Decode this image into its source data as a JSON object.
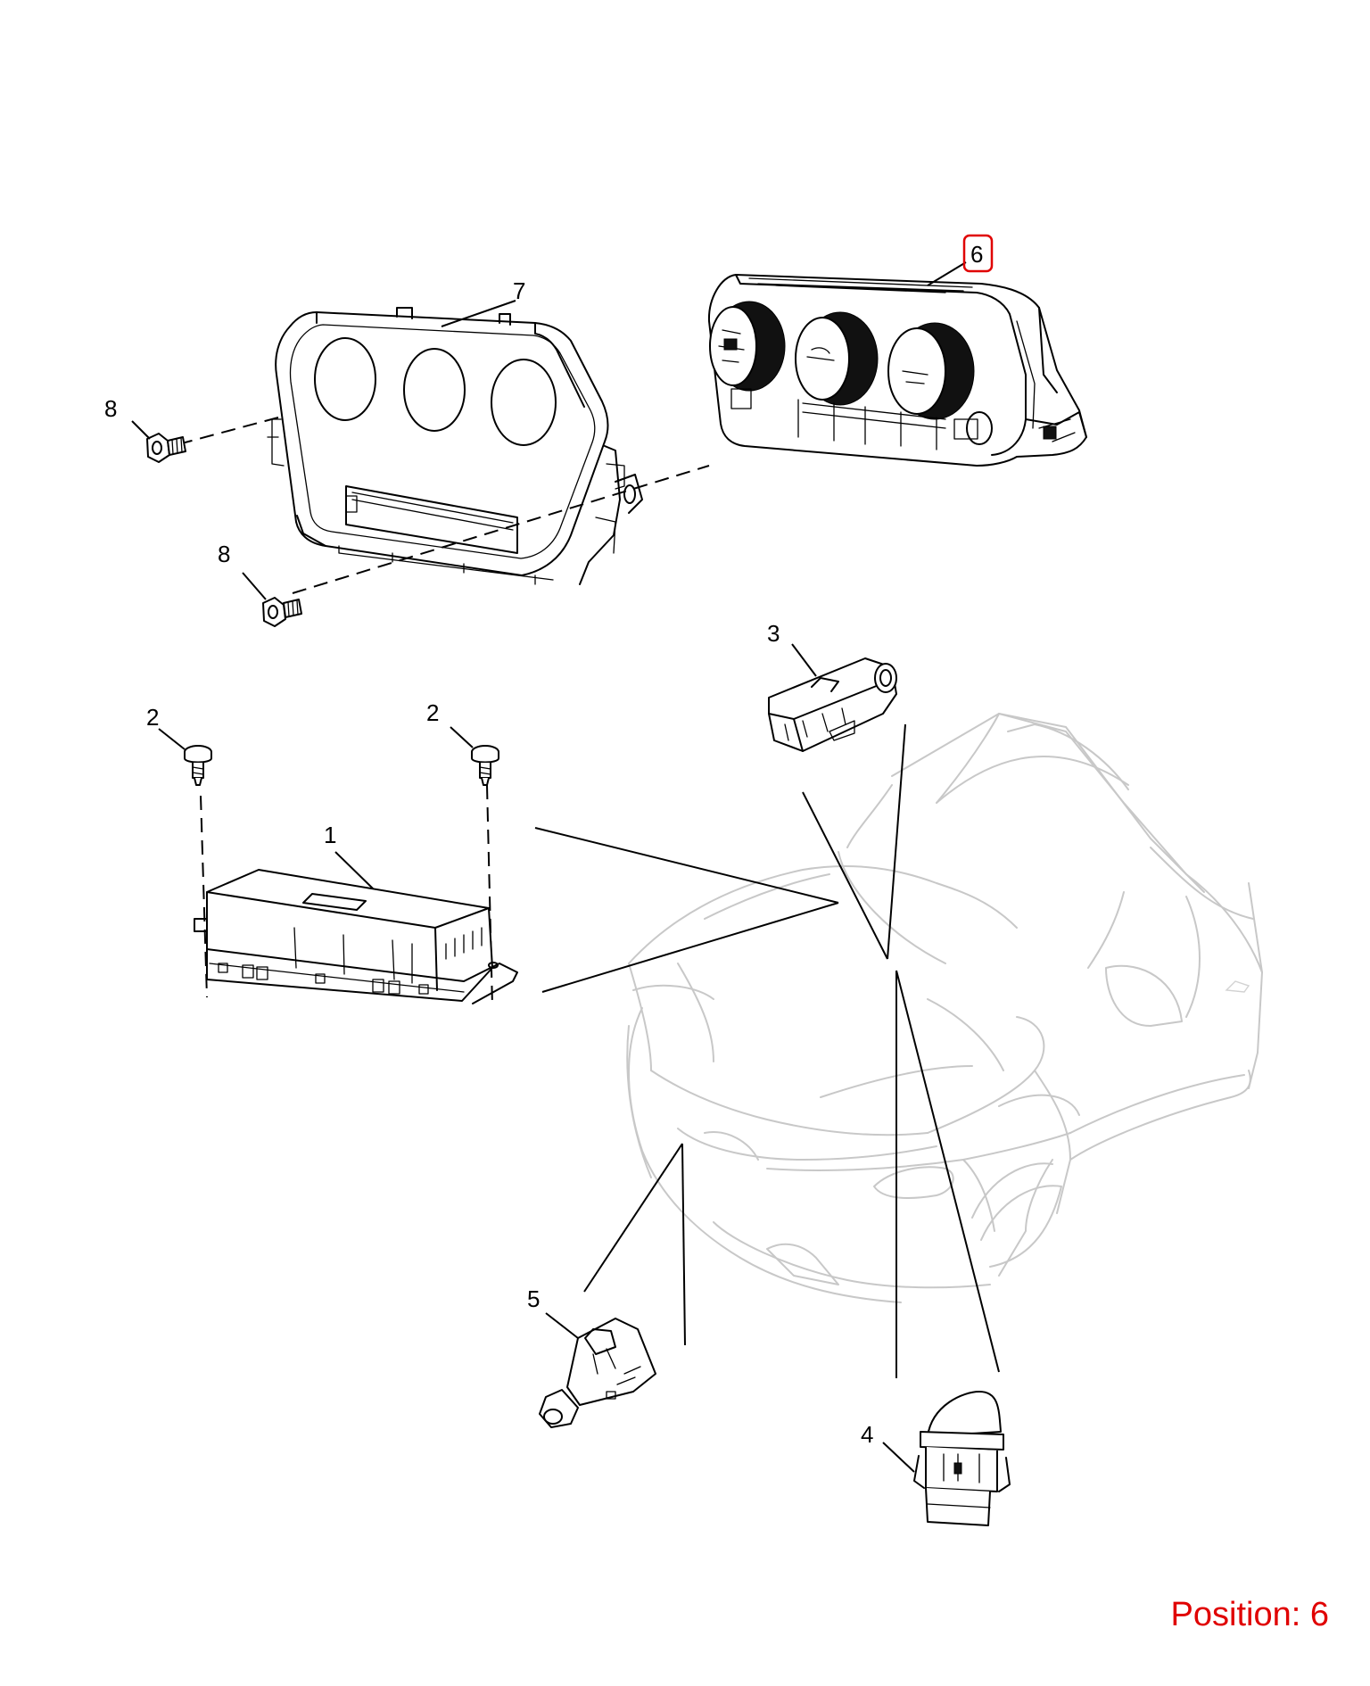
{
  "callouts": {
    "part_1": "1",
    "part_2_left": "2",
    "part_2_right": "2",
    "part_3": "3",
    "part_4": "4",
    "part_5": "5",
    "part_6": "6",
    "part_7": "7",
    "part_8_upper": "8",
    "part_8_lower": "8"
  },
  "position_label": "Position: 6",
  "colors": {
    "highlight": "#e00000",
    "line": "#000000",
    "vehicle_ghost": "#c8c8c8"
  }
}
